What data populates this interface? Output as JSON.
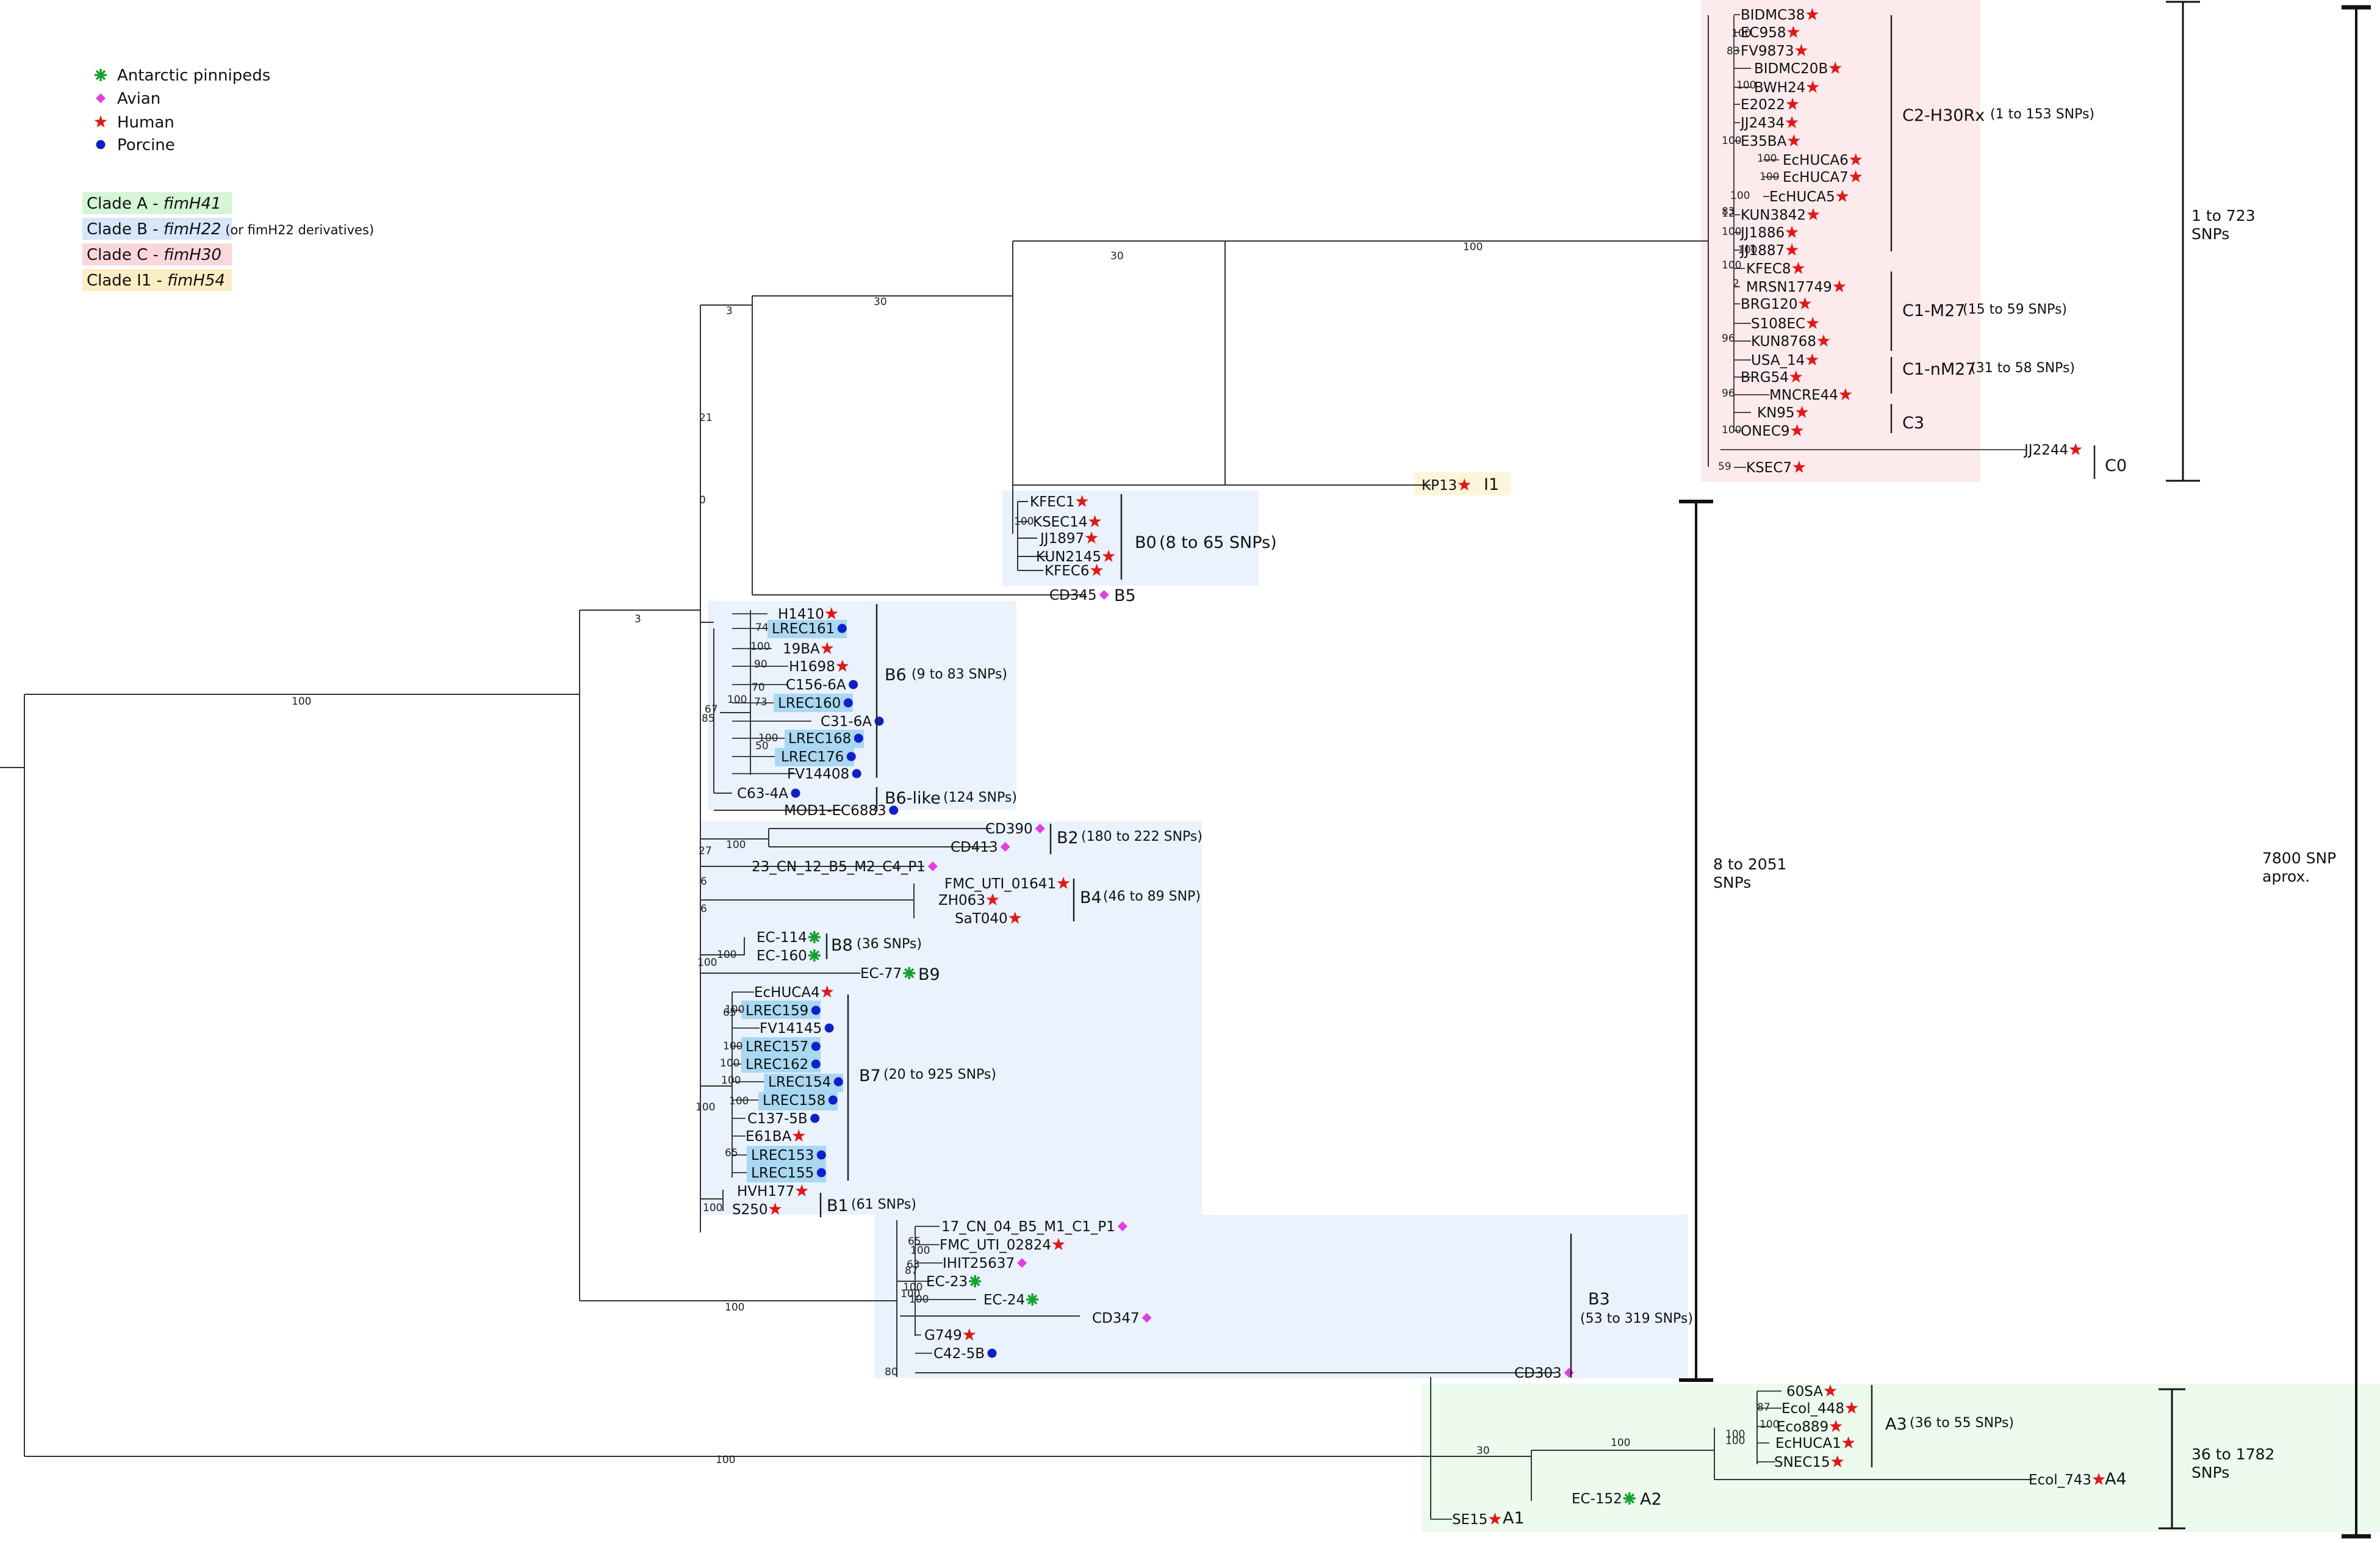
{
  "colors": {
    "clade_a": "#ecfbee",
    "clade_b": "#eaf2fd",
    "clade_c": "#fdeaed",
    "clade_i1": "#fdf5da",
    "lrec": "#a9d8f2",
    "human": "#e01818",
    "avian": "#e040e0",
    "porcine": "#1020c8",
    "pinniped": "#16a030"
  },
  "legend": {
    "hosts": [
      {
        "label": "Antarctic pinnipeds",
        "icon": "pinniped-icon"
      },
      {
        "label": "Avian",
        "icon": "avian-icon"
      },
      {
        "label": "Human",
        "icon": "human-icon"
      },
      {
        "label": "Porcine",
        "icon": "porcine-icon"
      }
    ],
    "clades": [
      {
        "label": "Clade A - ",
        "fim": "fimH41",
        "note": ""
      },
      {
        "label": "Clade B - ",
        "fim": "fimH22",
        "note": " (or fimH22 derivatives)"
      },
      {
        "label": "Clade C - ",
        "fim": "fimH30",
        "note": ""
      },
      {
        "label": "Clade I1 - ",
        "fim": "fimH54",
        "note": ""
      }
    ]
  },
  "leaves": [
    {
      "id": "BIDMC38",
      "host": "human"
    },
    {
      "id": "EC958",
      "host": "human"
    },
    {
      "id": "FV9873",
      "host": "human"
    },
    {
      "id": "BIDMC20B",
      "host": "human"
    },
    {
      "id": "BWH24",
      "host": "human"
    },
    {
      "id": "E2022",
      "host": "human"
    },
    {
      "id": "JJ2434",
      "host": "human"
    },
    {
      "id": "E35BA",
      "host": "human"
    },
    {
      "id": "EcHUCA6",
      "host": "human"
    },
    {
      "id": "EcHUCA7",
      "host": "human"
    },
    {
      "id": "EcHUCA5",
      "host": "human"
    },
    {
      "id": "KUN3842",
      "host": "human"
    },
    {
      "id": "JJ1886",
      "host": "human"
    },
    {
      "id": "JJ1887",
      "host": "human"
    },
    {
      "id": "KFEC8",
      "host": "human"
    },
    {
      "id": "MRSN17749",
      "host": "human"
    },
    {
      "id": "BRG120",
      "host": "human"
    },
    {
      "id": "S108EC",
      "host": "human"
    },
    {
      "id": "KUN8768",
      "host": "human"
    },
    {
      "id": "USA_14",
      "host": "human"
    },
    {
      "id": "BRG54",
      "host": "human"
    },
    {
      "id": "MNCRE44",
      "host": "human"
    },
    {
      "id": "KN95",
      "host": "human"
    },
    {
      "id": "ONEC9",
      "host": "human"
    },
    {
      "id": "JJ2244",
      "host": "human"
    },
    {
      "id": "KSEC7",
      "host": "human"
    },
    {
      "id": "KP13",
      "host": "human"
    },
    {
      "id": "KFEC1",
      "host": "human"
    },
    {
      "id": "KSEC14",
      "host": "human"
    },
    {
      "id": "JJ1897",
      "host": "human"
    },
    {
      "id": "KUN2145",
      "host": "human"
    },
    {
      "id": "KFEC6",
      "host": "human"
    },
    {
      "id": "CD345",
      "host": "avian"
    },
    {
      "id": "H1410",
      "host": "human"
    },
    {
      "id": "LREC161",
      "host": "porcine"
    },
    {
      "id": "19BA",
      "host": "human"
    },
    {
      "id": "H1698",
      "host": "human"
    },
    {
      "id": "C156-6A",
      "host": "porcine"
    },
    {
      "id": "LREC160",
      "host": "porcine"
    },
    {
      "id": "C31-6A",
      "host": "porcine"
    },
    {
      "id": "LREC168",
      "host": "porcine"
    },
    {
      "id": "LREC176",
      "host": "porcine"
    },
    {
      "id": "FV14408",
      "host": "porcine"
    },
    {
      "id": "C63-4A",
      "host": "porcine"
    },
    {
      "id": "MOD1-EC6883",
      "host": "porcine"
    },
    {
      "id": "CD390",
      "host": "avian"
    },
    {
      "id": "CD413",
      "host": "avian"
    },
    {
      "id": "23_CN_12_B5_M2_C4_P1",
      "host": "avian"
    },
    {
      "id": "FMC_UTI_01641",
      "host": "human"
    },
    {
      "id": "ZH063",
      "host": "human"
    },
    {
      "id": "SaT040",
      "host": "human"
    },
    {
      "id": "EC-114",
      "host": "pinniped"
    },
    {
      "id": "EC-160",
      "host": "pinniped"
    },
    {
      "id": "EC-77",
      "host": "pinniped"
    },
    {
      "id": "EcHUCA4",
      "host": "human"
    },
    {
      "id": "LREC159",
      "host": "porcine"
    },
    {
      "id": "FV14145",
      "host": "porcine"
    },
    {
      "id": "LREC157",
      "host": "porcine"
    },
    {
      "id": "LREC162",
      "host": "porcine"
    },
    {
      "id": "LREC154",
      "host": "porcine"
    },
    {
      "id": "LREC158",
      "host": "porcine"
    },
    {
      "id": "C137-5B",
      "host": "porcine"
    },
    {
      "id": "E61BA",
      "host": "human"
    },
    {
      "id": "LREC153",
      "host": "porcine"
    },
    {
      "id": "LREC155",
      "host": "porcine"
    },
    {
      "id": "HVH177",
      "host": "human"
    },
    {
      "id": "S250",
      "host": "human"
    },
    {
      "id": "17_CN_04_B5_M1_C1_P1",
      "host": "avian"
    },
    {
      "id": "FMC_UTI_02824",
      "host": "human"
    },
    {
      "id": "IHIT25637",
      "host": "avian"
    },
    {
      "id": "EC-23",
      "host": "pinniped"
    },
    {
      "id": "EC-24",
      "host": "pinniped"
    },
    {
      "id": "CD347",
      "host": "avian"
    },
    {
      "id": "G749",
      "host": "human"
    },
    {
      "id": "C42-5B",
      "host": "porcine"
    },
    {
      "id": "CD303",
      "host": "avian"
    },
    {
      "id": "60SA",
      "host": "human"
    },
    {
      "id": "Ecol_448",
      "host": "human"
    },
    {
      "id": "Eco889",
      "host": "human"
    },
    {
      "id": "EcHUCA1",
      "host": "human"
    },
    {
      "id": "SNEC15",
      "host": "human"
    },
    {
      "id": "Ecol_743",
      "host": "human"
    },
    {
      "id": "EC-152",
      "host": "pinniped"
    },
    {
      "id": "SE15",
      "host": "human"
    }
  ],
  "subclades": [
    {
      "id": "C2",
      "name": "C2-H30Rx",
      "note": "(1 to 153 SNPs)"
    },
    {
      "id": "C1M",
      "name": "C1-M27",
      "note": "(15 to 59 SNPs)"
    },
    {
      "id": "C1N",
      "name": "C1-nM27",
      "note": "(31 to 58 SNPs)"
    },
    {
      "id": "C3",
      "name": "C3",
      "note": ""
    },
    {
      "id": "C0",
      "name": "C0",
      "note": ""
    },
    {
      "id": "I1",
      "name": "I1",
      "note": ""
    },
    {
      "id": "B0",
      "name": "B0",
      "note": "(8 to 65 SNPs)"
    },
    {
      "id": "B5",
      "name": "B5",
      "note": ""
    },
    {
      "id": "B6",
      "name": "B6",
      "note": "(9 to 83 SNPs)"
    },
    {
      "id": "B6L",
      "name": "B6-like",
      "note": "(124 SNPs)"
    },
    {
      "id": "B2",
      "name": "B2",
      "note": "(180 to 222 SNPs)"
    },
    {
      "id": "B4",
      "name": "B4",
      "note": "(46 to 89 SNP)"
    },
    {
      "id": "B8",
      "name": "B8",
      "note": "(36 SNPs)"
    },
    {
      "id": "B9",
      "name": "B9",
      "note": ""
    },
    {
      "id": "B7",
      "name": "B7",
      "note": "(20 to 925 SNPs)"
    },
    {
      "id": "B1",
      "name": "B1",
      "note": "(61 SNPs)"
    },
    {
      "id": "B3",
      "name": "B3",
      "note": "(53 to 319 SNPs)"
    },
    {
      "id": "A3",
      "name": "A3",
      "note": "(36 to 55 SNPs)"
    },
    {
      "id": "A4",
      "name": "A4",
      "note": ""
    },
    {
      "id": "A2",
      "name": "A2",
      "note": ""
    },
    {
      "id": "A1",
      "name": "A1",
      "note": ""
    }
  ],
  "bootstrap": {
    "root_ac": "100",
    "root_b": "100",
    "to_b": "3",
    "b3": "100",
    "ca": "3",
    "cb": "30",
    "cc": "30",
    "c_clade": "100",
    "upper_b": "27",
    "b2": "100",
    "b8": "100",
    "b7_b1": "100",
    "b1": "100",
    "b6": "67",
    "b6in": "100",
    "b6b": "85",
    "a_clade": "30",
    "a3": "100",
    "a3in": "100",
    "b0": "100",
    "c0": "59",
    "onec9": "100",
    "b3in": "80",
    "x1": "21",
    "x2": "0",
    "x3": "6",
    "x4": "6",
    "x5": "74",
    "x6": "100",
    "x7": "90",
    "x8": "70",
    "x9": "73",
    "x10": "100",
    "x11": "50",
    "x12": "100",
    "x13": "100",
    "x14": "100",
    "x15": "100",
    "x16": "65",
    "x17": "100",
    "x18": "65",
    "x19": "100",
    "x20": "87",
    "x21": "100",
    "x22": "83",
    "x23": "100",
    "x24": "100",
    "x25": "100",
    "x26": "96",
    "x27": "83",
    "x28": "12",
    "x29": "2",
    "x30": "96",
    "x31": "100",
    "x32": "100",
    "x33": "100",
    "x34": "100",
    "x35": "100",
    "x36": "100",
    "x37": "65",
    "x38": "100",
    "x39": "63",
    "x40": "100",
    "x41": "87",
    "x42": "100",
    "x43": "100"
  },
  "scale": {
    "c_range": "1 to 723",
    "b_range": "8 to 2051",
    "a_range": "36 to 1782",
    "total": "7800 SNP",
    "total2": "aprox.",
    "unit": "SNPs"
  }
}
